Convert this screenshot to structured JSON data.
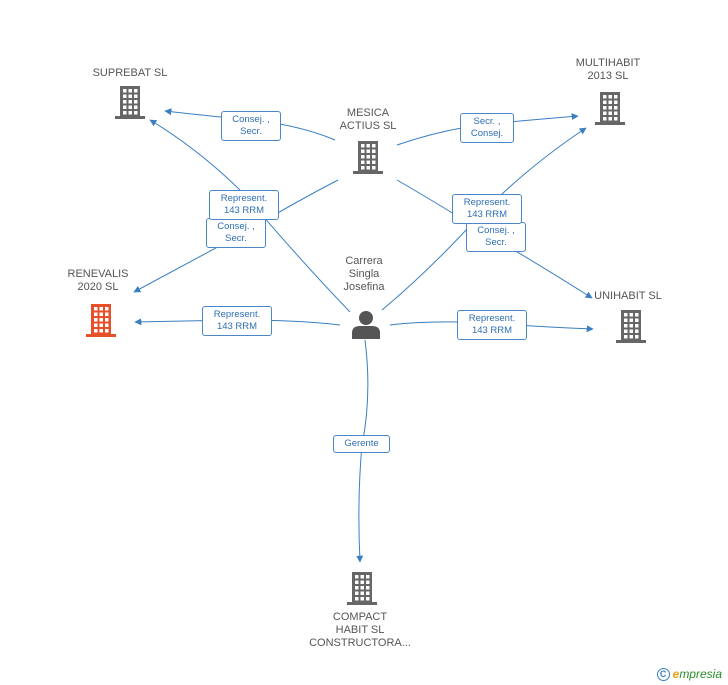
{
  "colors": {
    "edge": "#3a7fc1",
    "company_icon": "#666666",
    "highlight_icon": "#e8502a",
    "person_icon": "#555555"
  },
  "nodes": {
    "suprebat": {
      "label": "SUPREBAT SL",
      "icon": "building-icon"
    },
    "mesica": {
      "label": "MESICA\nACTIUS  SL",
      "icon": "building-icon"
    },
    "multihabit": {
      "label": "MULTIHABIT\n2013  SL",
      "icon": "building-icon"
    },
    "renevalis": {
      "label": "RENEVALIS\n2020 SL",
      "icon": "building-icon",
      "highlighted": true
    },
    "person": {
      "label": "Carrera\nSingla\nJosefina",
      "icon": "person-icon"
    },
    "unihabit": {
      "label": "UNIHABIT  SL",
      "icon": "building-icon"
    },
    "compact": {
      "label": "COMPACT\nHABIT SL\nCONSTRUCTORA...",
      "icon": "building-icon"
    }
  },
  "edges": {
    "mesica_suprebat": "Consej. ,\nSecr.",
    "mesica_multihabit": "Secr. ,\nConsej.",
    "mesica_renevalis": "Consej. ,\nSecr.",
    "mesica_unihabit": "Consej. ,\nSecr.",
    "person_suprebat": "Represent.\n143 RRM",
    "person_multihabit": "Represent.\n143 RRM",
    "person_renevalis": "Represent.\n143 RRM",
    "person_unihabit": "Represent.\n143 RRM",
    "person_compact": "Gerente"
  },
  "brand": {
    "copyright": "C",
    "e": "e",
    "rest": "mpresia"
  }
}
